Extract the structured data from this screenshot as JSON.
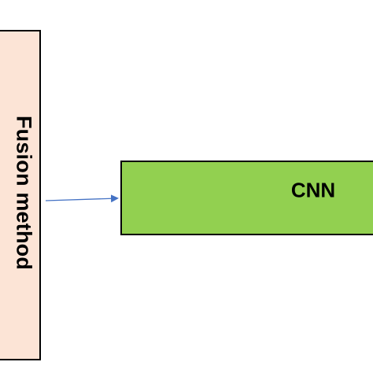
{
  "diagram": {
    "nodes": [
      {
        "id": "fusion",
        "label": "Fusion method",
        "fill": "#fce4d6"
      },
      {
        "id": "cnn",
        "label": "CNN",
        "fill": "#92d050"
      }
    ],
    "edges": [
      {
        "from": "fusion",
        "to": "cnn",
        "color": "#4472c4"
      }
    ]
  }
}
